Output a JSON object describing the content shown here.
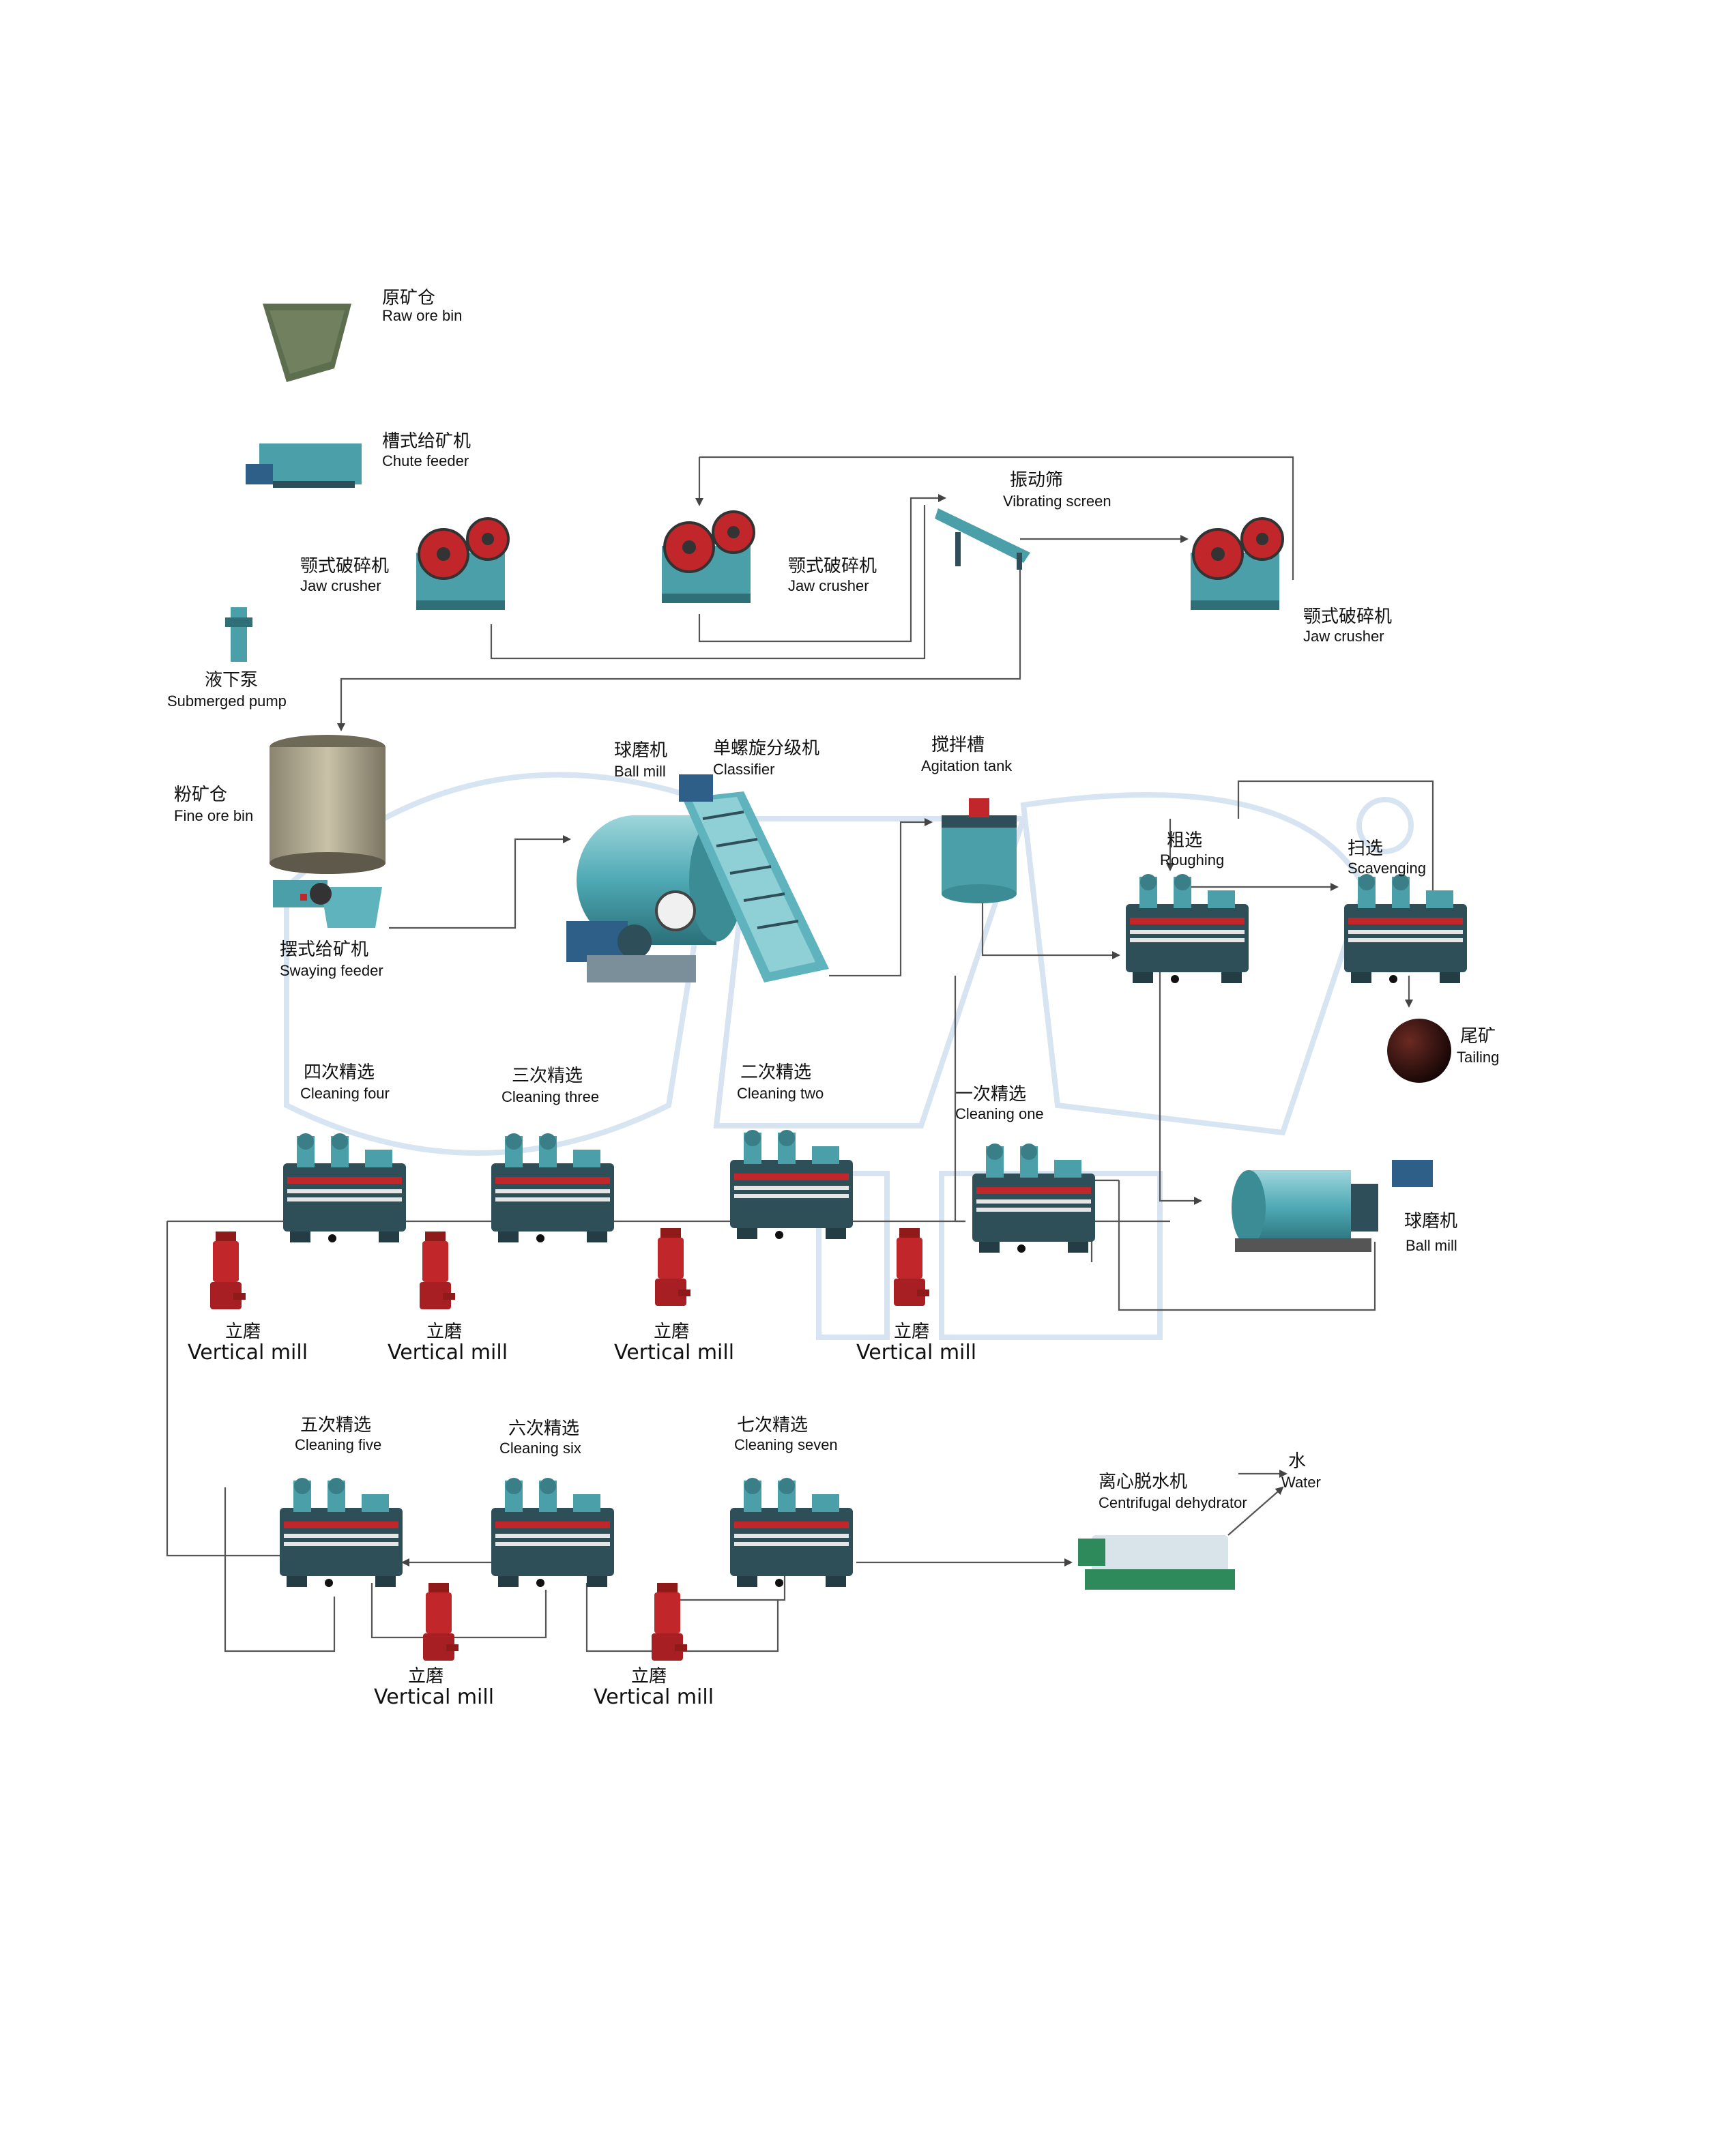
{
  "labels": {
    "raw_ore_bin": {
      "zh": "原矿仓",
      "en": "Raw ore bin"
    },
    "chute_feeder": {
      "zh": "槽式给矿机",
      "en": "Chute feeder"
    },
    "jaw_crusher_1": {
      "zh": "颚式破碎机",
      "en": "Jaw  crusher"
    },
    "jaw_crusher_2": {
      "zh": "颚式破碎机",
      "en": "Jaw  crusher"
    },
    "jaw_crusher_3": {
      "zh": "颚式破碎机",
      "en": "Jaw crusher"
    },
    "vibrating_screen": {
      "zh": "振动筛",
      "en": "Vibrating screen"
    },
    "submerged_pump": {
      "zh": "液下泵",
      "en": "Submerged pump"
    },
    "fine_ore_bin": {
      "zh": "粉矿仓",
      "en": "Fine ore bin"
    },
    "swaying_feeder": {
      "zh": "摆式给矿机",
      "en": "Swaying feeder"
    },
    "ball_mill_1": {
      "zh": "球磨机",
      "en": "Ball mill"
    },
    "classifier": {
      "zh": "单螺旋分级机",
      "en": "Classifier"
    },
    "agitation_tank": {
      "zh": "搅拌槽",
      "en": "Agitation tank"
    },
    "roughing": {
      "zh": "粗选",
      "en": "Roughing"
    },
    "scavenging": {
      "zh": "扫选",
      "en": "Scavenging"
    },
    "tailing": {
      "zh": "尾矿",
      "en": "Tailing"
    },
    "cleaning_four": {
      "zh": "四次精选",
      "en": "Cleaning four"
    },
    "cleaning_three": {
      "zh": "三次精选",
      "en": "Cleaning three"
    },
    "cleaning_two": {
      "zh": "二次精选",
      "en": "Cleaning two"
    },
    "cleaning_one": {
      "zh": "一次精选",
      "en": "Cleaning one"
    },
    "ball_mill_2": {
      "zh": "球磨机",
      "en": "Ball mill"
    },
    "vmill_1": {
      "zh": "立磨",
      "en": "Vertical mill"
    },
    "vmill_2": {
      "zh": "立磨",
      "en": "Vertical mill"
    },
    "vmill_3": {
      "zh": "立磨",
      "en": "Vertical mill"
    },
    "vmill_4": {
      "zh": "立磨",
      "en": "Vertical mill"
    },
    "cleaning_five": {
      "zh": "五次精选",
      "en": "Cleaning five"
    },
    "cleaning_six": {
      "zh": "六次精选",
      "en": "Cleaning six"
    },
    "cleaning_seven": {
      "zh": "七次精选",
      "en": "Cleaning seven"
    },
    "centrifugal_dehydrator": {
      "zh": "离心脱水机",
      "en": "Centrifugal dehydrator"
    },
    "water": {
      "zh": "水",
      "en": "Water"
    },
    "vmill_5": {
      "zh": "立磨",
      "en": "Vertical mill"
    },
    "vmill_6": {
      "zh": "立磨",
      "en": "Vertical mill"
    }
  },
  "colors": {
    "machine_teal": "#4a9fa8",
    "machine_dark": "#2e4e5a",
    "accent_red": "#c0262a",
    "flow_line": "#555555",
    "watermark": "#b7cde6"
  }
}
